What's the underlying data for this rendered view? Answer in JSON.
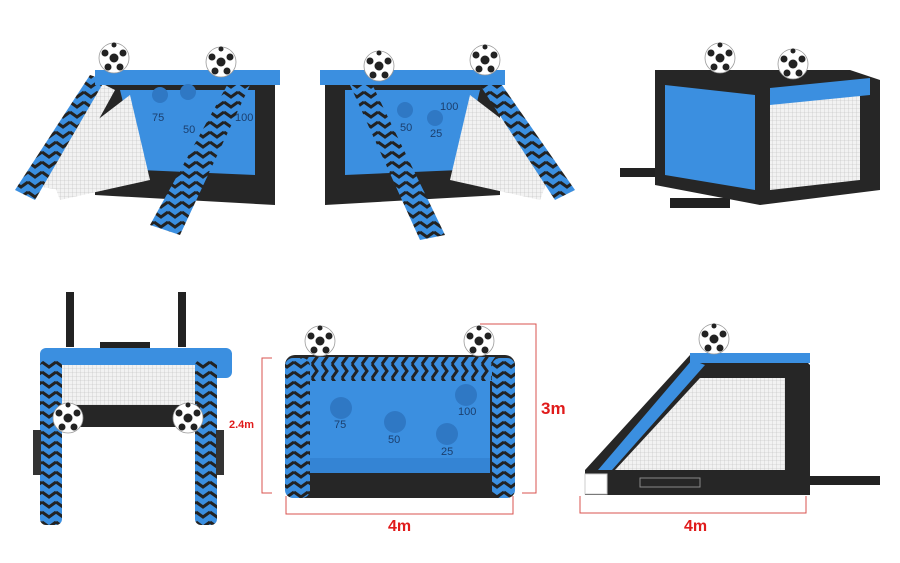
{
  "colors": {
    "blue": "#3b8fe0",
    "black": "#262626",
    "dimension_red": "#e01b1b"
  },
  "views": {
    "front_left_perspective": {
      "scores": [
        "75",
        "50",
        "100"
      ]
    },
    "front_right_perspective": {
      "scores": [
        "100",
        "50",
        "25"
      ]
    },
    "front": {
      "scores": [
        "75",
        "50",
        "25",
        "100"
      ]
    }
  },
  "dimensions": {
    "front_inner_height": "2.4m",
    "front_total_height": "3m",
    "front_width": "4m",
    "side_depth": "4m"
  }
}
